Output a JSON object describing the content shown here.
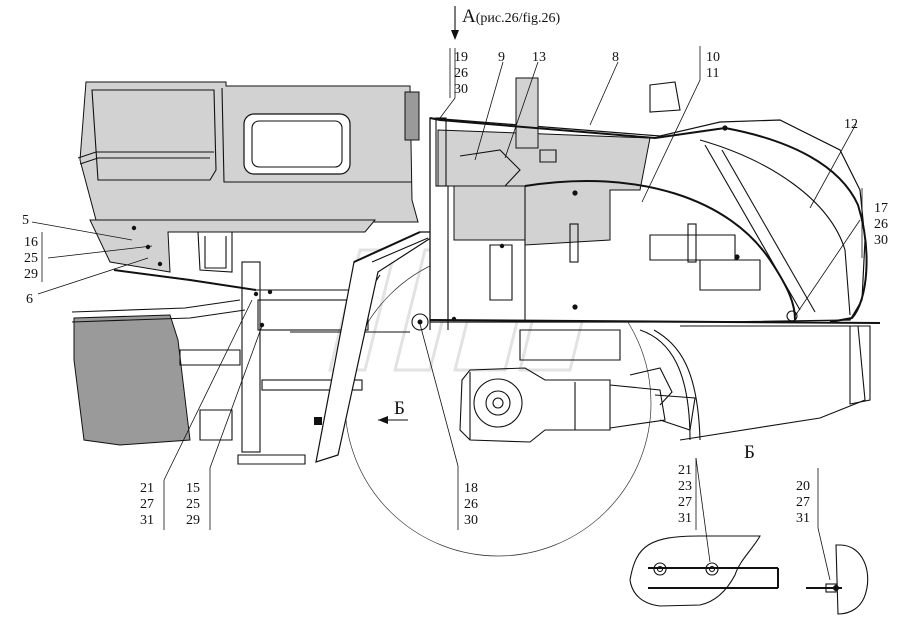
{
  "view_label": {
    "letter": "А",
    "ref": "(рис.26/fig.26)"
  },
  "section_label": "Б",
  "detail_label": "Б",
  "callouts": {
    "c5": "5",
    "c6": "6",
    "c8": "8",
    "c9": "9",
    "c12": "12",
    "c13": "13",
    "s16": [
      "16",
      "25",
      "29"
    ],
    "s19": [
      "19",
      "26",
      "30"
    ],
    "s10": [
      "10",
      "11"
    ],
    "s17": [
      "17",
      "26",
      "30"
    ],
    "s21": [
      "21",
      "27",
      "31"
    ],
    "s15": [
      "15",
      "25",
      "29"
    ],
    "s18": [
      "18",
      "26",
      "30"
    ],
    "s21b": [
      "21",
      "23",
      "27",
      "31"
    ],
    "s20": [
      "20",
      "27",
      "31"
    ]
  }
}
